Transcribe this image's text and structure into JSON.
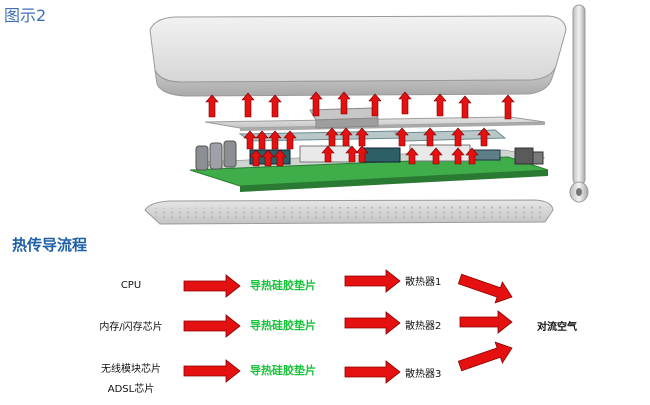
{
  "figure_label": "图示2",
  "flow_title": "热传导流程",
  "sources": [
    "CPU",
    "内存/闪存芯片",
    "无线模块芯片",
    "ADSL芯片"
  ],
  "pads": [
    "导热硅胶垫片",
    "导热硅胶垫片",
    "导热硅胶垫片"
  ],
  "heatsinks": [
    "散热器1",
    "散热器2",
    "散热器3"
  ],
  "destination": "对流空气",
  "colors": {
    "arrow_red": "#e51010",
    "pad_green": "#19c23a",
    "title_blue": "#1d5fa8",
    "pcb_green": "#3fae4a",
    "case_grey": "#d9d9d9"
  }
}
